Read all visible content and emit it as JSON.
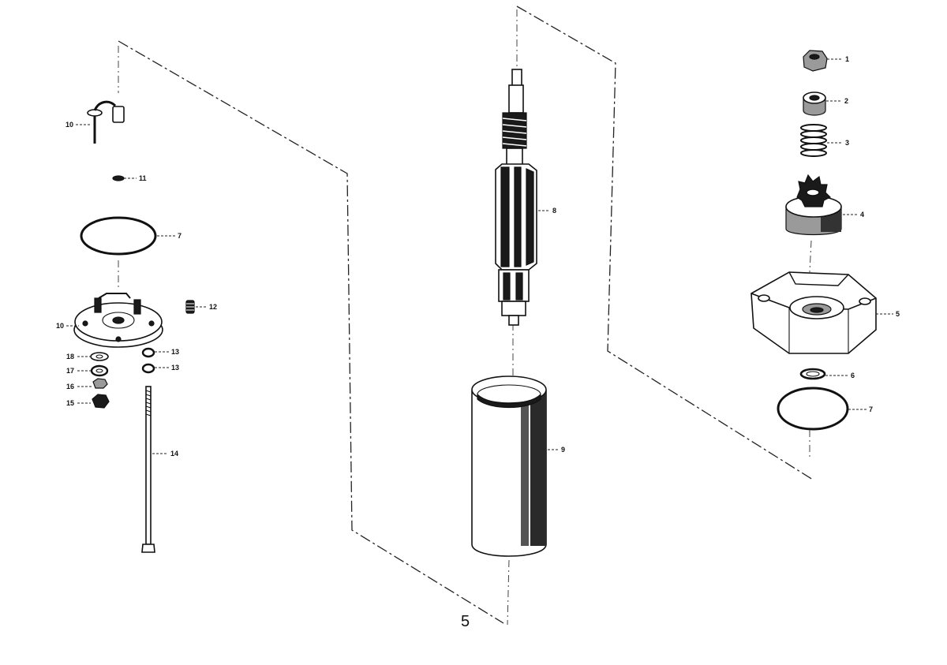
{
  "figure_number": "5",
  "callouts": [
    {
      "id": "c1",
      "text": "1"
    },
    {
      "id": "c2",
      "text": "2"
    },
    {
      "id": "c3",
      "text": "3"
    },
    {
      "id": "c4",
      "text": "4"
    },
    {
      "id": "c5",
      "text": "5"
    },
    {
      "id": "c6",
      "text": "6"
    },
    {
      "id": "c7r",
      "text": "7"
    },
    {
      "id": "c7l",
      "text": "7"
    },
    {
      "id": "c8",
      "text": "8"
    },
    {
      "id": "c9",
      "text": "9"
    },
    {
      "id": "c10a",
      "text": "10"
    },
    {
      "id": "c10b",
      "text": "10"
    },
    {
      "id": "c11",
      "text": "11"
    },
    {
      "id": "c12",
      "text": "12"
    },
    {
      "id": "c13a",
      "text": "13"
    },
    {
      "id": "c13b",
      "text": "13"
    },
    {
      "id": "c14",
      "text": "14"
    },
    {
      "id": "c15",
      "text": "15"
    },
    {
      "id": "c16",
      "text": "16"
    },
    {
      "id": "c17",
      "text": "17"
    },
    {
      "id": "c18",
      "text": "18"
    }
  ]
}
